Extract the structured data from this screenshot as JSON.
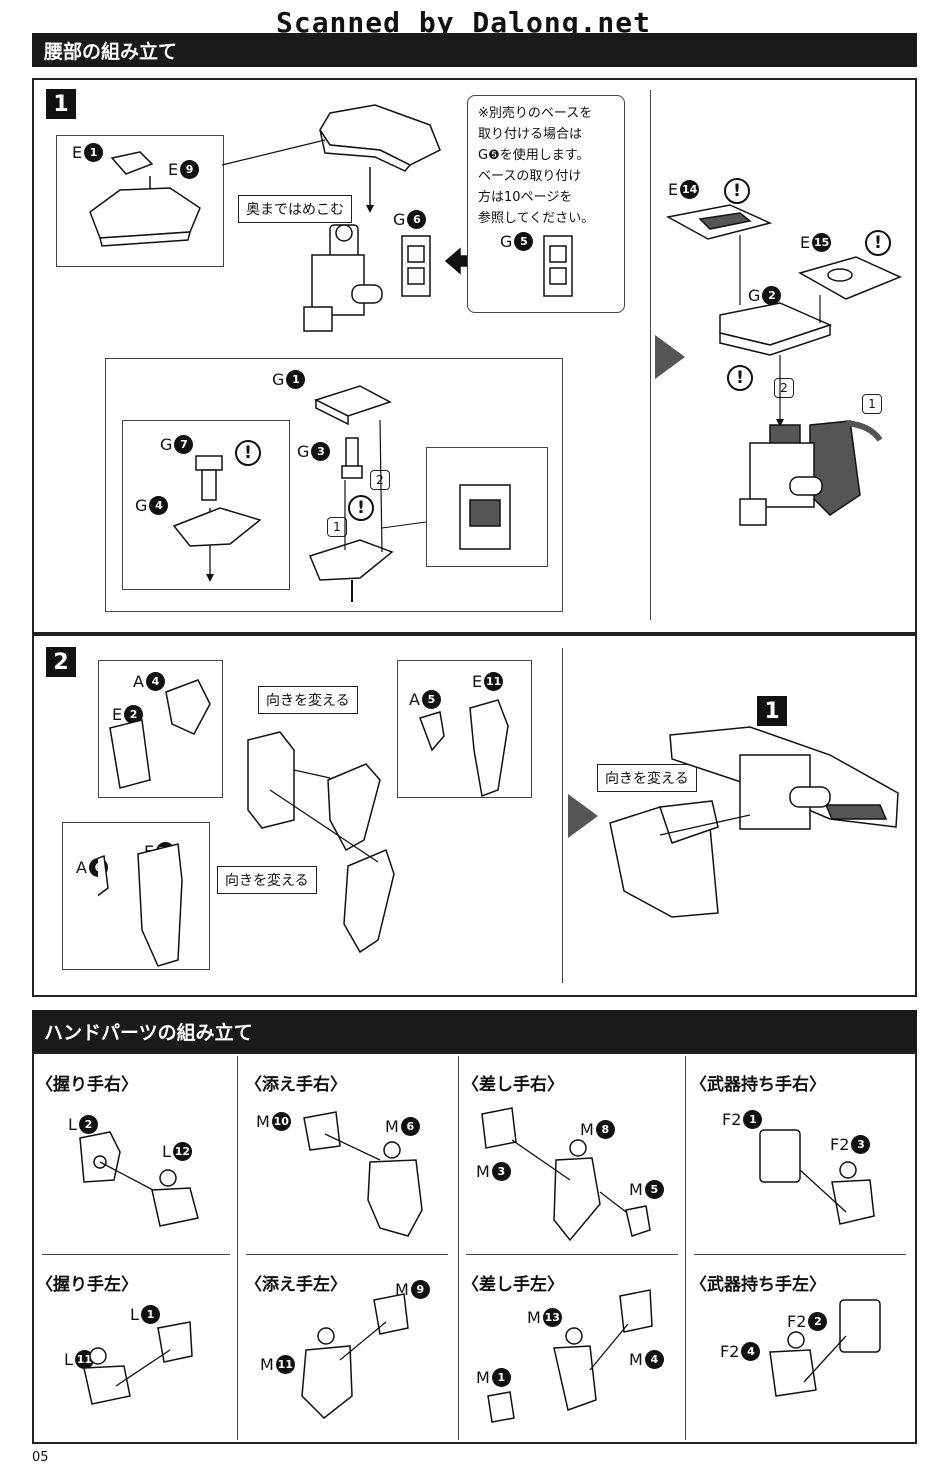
{
  "watermark": "Scanned by Dalong.net",
  "page_number": "05",
  "waist": {
    "title": "腰部の組み立て",
    "step1": {
      "number": "1",
      "labels": {
        "e1": {
          "letter": "E",
          "num": "1"
        },
        "e9": {
          "letter": "E",
          "num": "9"
        },
        "g6": {
          "letter": "G",
          "num": "6"
        },
        "g5": {
          "letter": "G",
          "num": "5"
        },
        "g1": {
          "letter": "G",
          "num": "1"
        },
        "g3": {
          "letter": "G",
          "num": "3"
        },
        "g7": {
          "letter": "G",
          "num": "7"
        },
        "g4": {
          "letter": "G",
          "num": "4"
        },
        "e14": {
          "letter": "E",
          "num": "14"
        },
        "e15": {
          "letter": "E",
          "num": "15"
        },
        "g2": {
          "letter": "G",
          "num": "2"
        }
      },
      "callout_push": "奥まではめこむ",
      "note": "※別売りのベースを\n取り付ける場合は\nG❺を使用します。\nベースの取り付け\n方は10ページを\n参照してください。",
      "order1": "1",
      "order2": "2"
    },
    "step2": {
      "number": "2",
      "labels": {
        "a4": {
          "letter": "A",
          "num": "4"
        },
        "e2": {
          "letter": "E",
          "num": "2"
        },
        "a5": {
          "letter": "A",
          "num": "5"
        },
        "e11": {
          "letter": "E",
          "num": "11"
        },
        "a6": {
          "letter": "A",
          "num": "6"
        },
        "e12": {
          "letter": "E",
          "num": "12"
        }
      },
      "callout_turn": "向きを変える",
      "ref_step": "1"
    }
  },
  "hands": {
    "title": "ハンドパーツの組み立て",
    "panels": [
      {
        "title": "〈握り手右〉",
        "parts": [
          {
            "letter": "L",
            "num": "2"
          },
          {
            "letter": "L",
            "num": "12"
          }
        ]
      },
      {
        "title": "〈添え手右〉",
        "parts": [
          {
            "letter": "M",
            "num": "10"
          },
          {
            "letter": "M",
            "num": "6"
          }
        ]
      },
      {
        "title": "〈差し手右〉",
        "parts": [
          {
            "letter": "M",
            "num": "8"
          },
          {
            "letter": "M",
            "num": "3"
          },
          {
            "letter": "M",
            "num": "5"
          }
        ]
      },
      {
        "title": "〈武器持ち手右〉",
        "parts": [
          {
            "letter": "F2",
            "num": "1"
          },
          {
            "letter": "F2",
            "num": "3"
          }
        ]
      },
      {
        "title": "〈握り手左〉",
        "parts": [
          {
            "letter": "L",
            "num": "1"
          },
          {
            "letter": "L",
            "num": "11"
          }
        ]
      },
      {
        "title": "〈添え手左〉",
        "parts": [
          {
            "letter": "M",
            "num": "9"
          },
          {
            "letter": "M",
            "num": "11"
          }
        ]
      },
      {
        "title": "〈差し手左〉",
        "parts": [
          {
            "letter": "M",
            "num": "13"
          },
          {
            "letter": "M",
            "num": "1"
          },
          {
            "letter": "M",
            "num": "4"
          }
        ]
      },
      {
        "title": "〈武器持ち手左〉",
        "parts": [
          {
            "letter": "F2",
            "num": "2"
          },
          {
            "letter": "F2",
            "num": "4"
          }
        ]
      }
    ]
  },
  "warn_symbol": "!"
}
